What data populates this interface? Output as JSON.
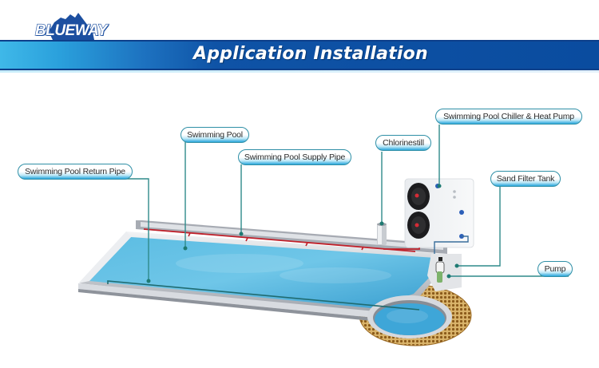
{
  "header": {
    "brand": "BLUEWAY",
    "title": "Application Installation"
  },
  "labels": {
    "return_pipe": "Swimming Pool Return Pipe",
    "pool": "Swimming Pool",
    "supply_pipe": "Swimming Pool Supply Pipe",
    "chlorinestill": "Chlorinestill",
    "heat_pump": "Swimming Pool Chiller & Heat Pump",
    "sand_filter": "Sand Filter Tank",
    "pump": "Pump"
  },
  "colors": {
    "title_bar": "#0a4c9f",
    "title_bar_light": "#3fb8e8",
    "leader_line": "#2f8a8a",
    "water": "#4fb3dd",
    "pipe_red": "#c0202a",
    "pool_rim": "#c9ccd2",
    "deck_tiles": "#b8862e"
  }
}
